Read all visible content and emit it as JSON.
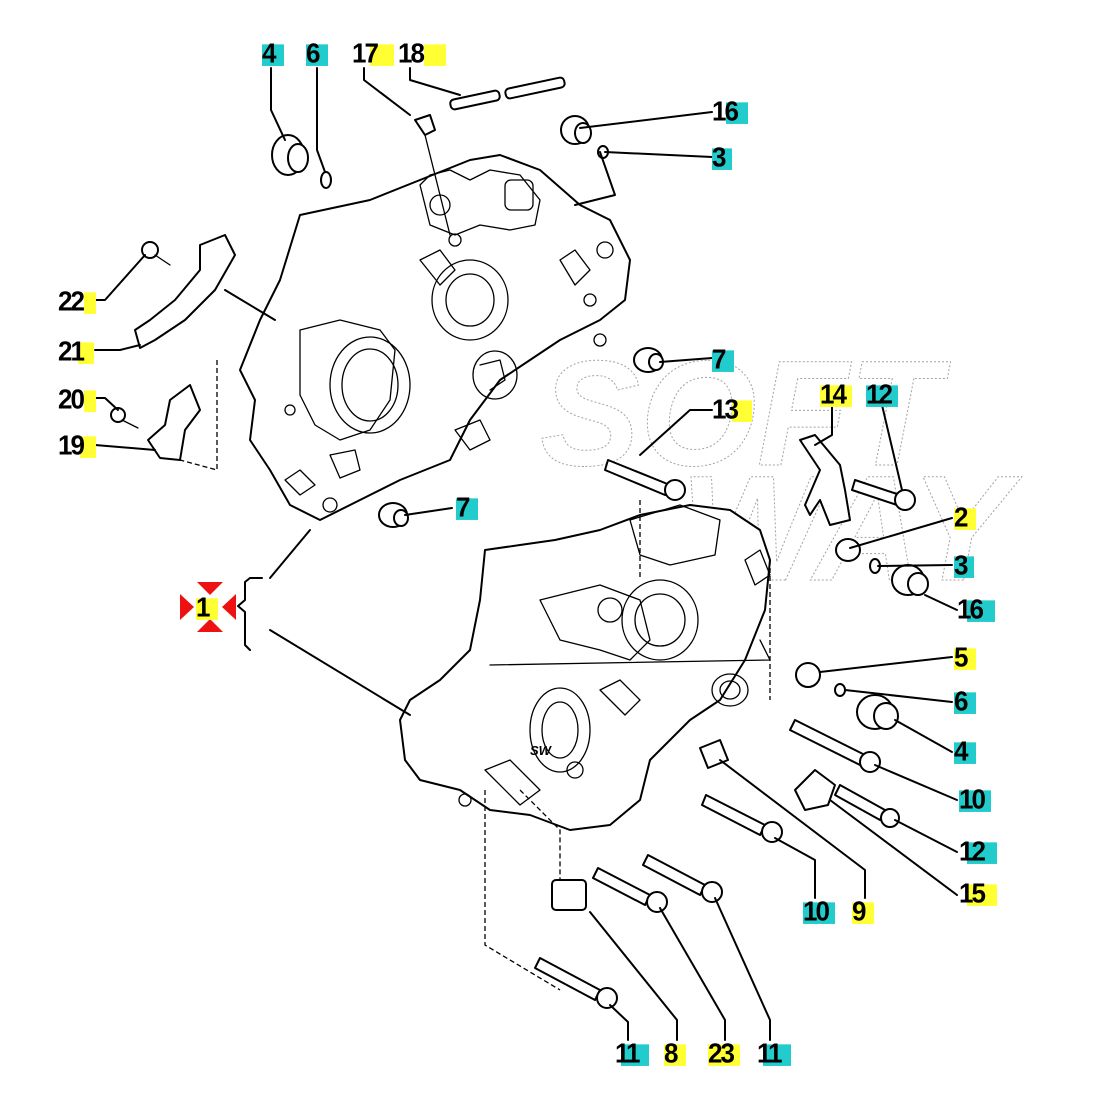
{
  "diagram": {
    "title": "Crankcase exploded parts diagram",
    "watermark": [
      "SOFT",
      "WAY"
    ],
    "casting_mark": "SW",
    "label_colors": {
      "yellow": "#ffff33",
      "cyan": "#22cccc",
      "assembly_marker": "#ee1111"
    },
    "callouts": [
      {
        "id": "c-4-top",
        "text": "4",
        "color": "cyan"
      },
      {
        "id": "c-6-top",
        "text": "6",
        "color": "cyan"
      },
      {
        "id": "c-17",
        "text": "17",
        "color": "yellow"
      },
      {
        "id": "c-18",
        "text": "18",
        "color": "yellow"
      },
      {
        "id": "c-16-top",
        "text": "16",
        "color": "cyan"
      },
      {
        "id": "c-3-top",
        "text": "3",
        "color": "cyan"
      },
      {
        "id": "c-22",
        "text": "22",
        "color": "yellow"
      },
      {
        "id": "c-21",
        "text": "21",
        "color": "yellow"
      },
      {
        "id": "c-20",
        "text": "20",
        "color": "yellow"
      },
      {
        "id": "c-19",
        "text": "19",
        "color": "yellow"
      },
      {
        "id": "c-7-upper",
        "text": "7",
        "color": "cyan"
      },
      {
        "id": "c-13",
        "text": "13",
        "color": "yellow"
      },
      {
        "id": "c-14",
        "text": "14",
        "color": "yellow"
      },
      {
        "id": "c-12-top",
        "text": "12",
        "color": "cyan"
      },
      {
        "id": "c-7-lower",
        "text": "7",
        "color": "cyan"
      },
      {
        "id": "c-2",
        "text": "2",
        "color": "yellow"
      },
      {
        "id": "c-3-right",
        "text": "3",
        "color": "cyan"
      },
      {
        "id": "c-16-right",
        "text": "16",
        "color": "cyan"
      },
      {
        "id": "c-1",
        "text": "1",
        "color": "yellow"
      },
      {
        "id": "c-5",
        "text": "5",
        "color": "yellow"
      },
      {
        "id": "c-6-right",
        "text": "6",
        "color": "cyan"
      },
      {
        "id": "c-4-right",
        "text": "4",
        "color": "cyan"
      },
      {
        "id": "c-10-right",
        "text": "10",
        "color": "cyan"
      },
      {
        "id": "c-12-right",
        "text": "12",
        "color": "cyan"
      },
      {
        "id": "c-15",
        "text": "15",
        "color": "yellow"
      },
      {
        "id": "c-10-bottom",
        "text": "10",
        "color": "cyan"
      },
      {
        "id": "c-9",
        "text": "9",
        "color": "yellow"
      },
      {
        "id": "c-11-left",
        "text": "11",
        "color": "cyan"
      },
      {
        "id": "c-8",
        "text": "8",
        "color": "yellow"
      },
      {
        "id": "c-23",
        "text": "23",
        "color": "yellow"
      },
      {
        "id": "c-11-right",
        "text": "11",
        "color": "cyan"
      }
    ]
  }
}
